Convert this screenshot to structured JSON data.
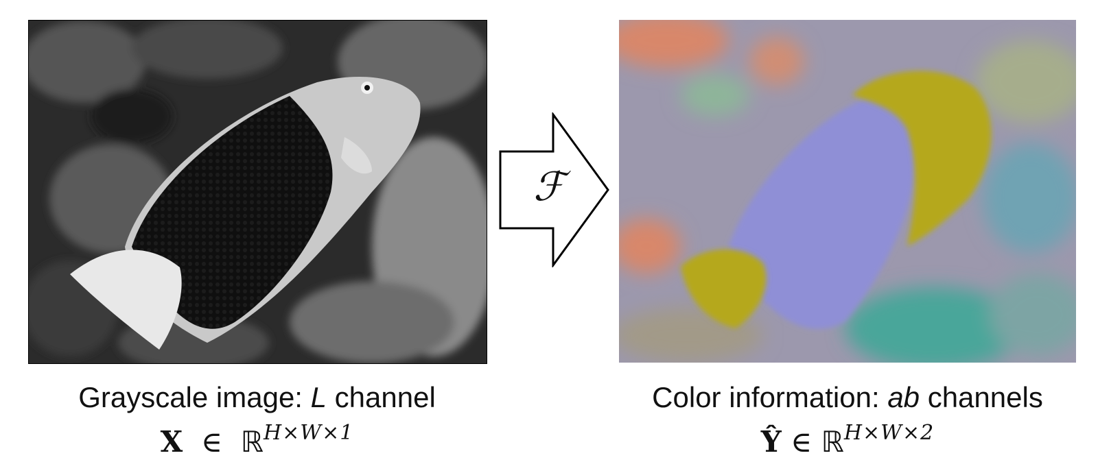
{
  "left": {
    "caption_prefix": "Grayscale image: ",
    "caption_italic": "L",
    "caption_suffix": " channel",
    "formula_symbol": "X",
    "formula_in": "∈",
    "formula_set": "ℝ",
    "formula_exp": "H×W×1"
  },
  "right": {
    "caption_prefix": "Color information: ",
    "caption_italic": "ab",
    "caption_suffix": " channels",
    "formula_symbol": "Ŷ",
    "formula_in": "∈",
    "formula_set": "ℝ",
    "formula_exp": "H×W×2"
  },
  "arrow": {
    "label": "ℱ"
  },
  "colors": {
    "gray_background": "#2a2a2a",
    "ab_background": "#9c98ad",
    "ab_purple": "#8f8fd6",
    "ab_yellow": "#b5a81a",
    "ab_teal": "#49a69a",
    "ab_orange": "#d8876a"
  }
}
